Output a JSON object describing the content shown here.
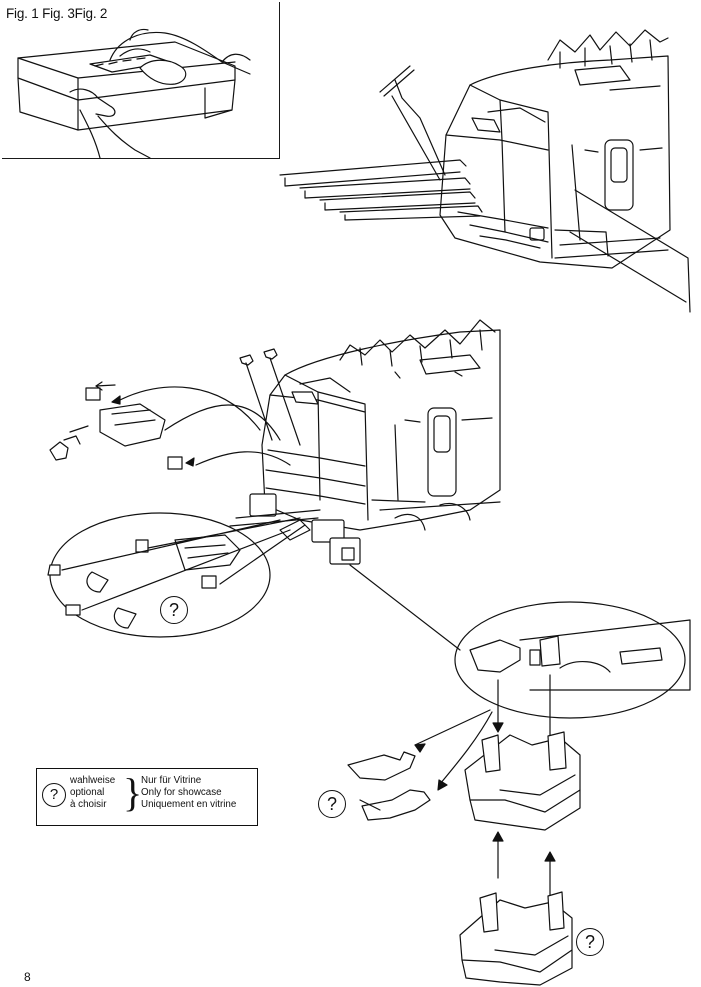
{
  "figure_caption": "Fig. 1 Fig. 3Fig. 2",
  "legend": {
    "symbol": "?",
    "options": [
      "wahlweise",
      "optional",
      "à choisir"
    ],
    "descriptions": [
      "Nur für Vitrine",
      "Only for showcase",
      "Uniquement en vitrine"
    ]
  },
  "question_marks": [
    "?",
    "?",
    "?"
  ],
  "page_number": "8"
}
